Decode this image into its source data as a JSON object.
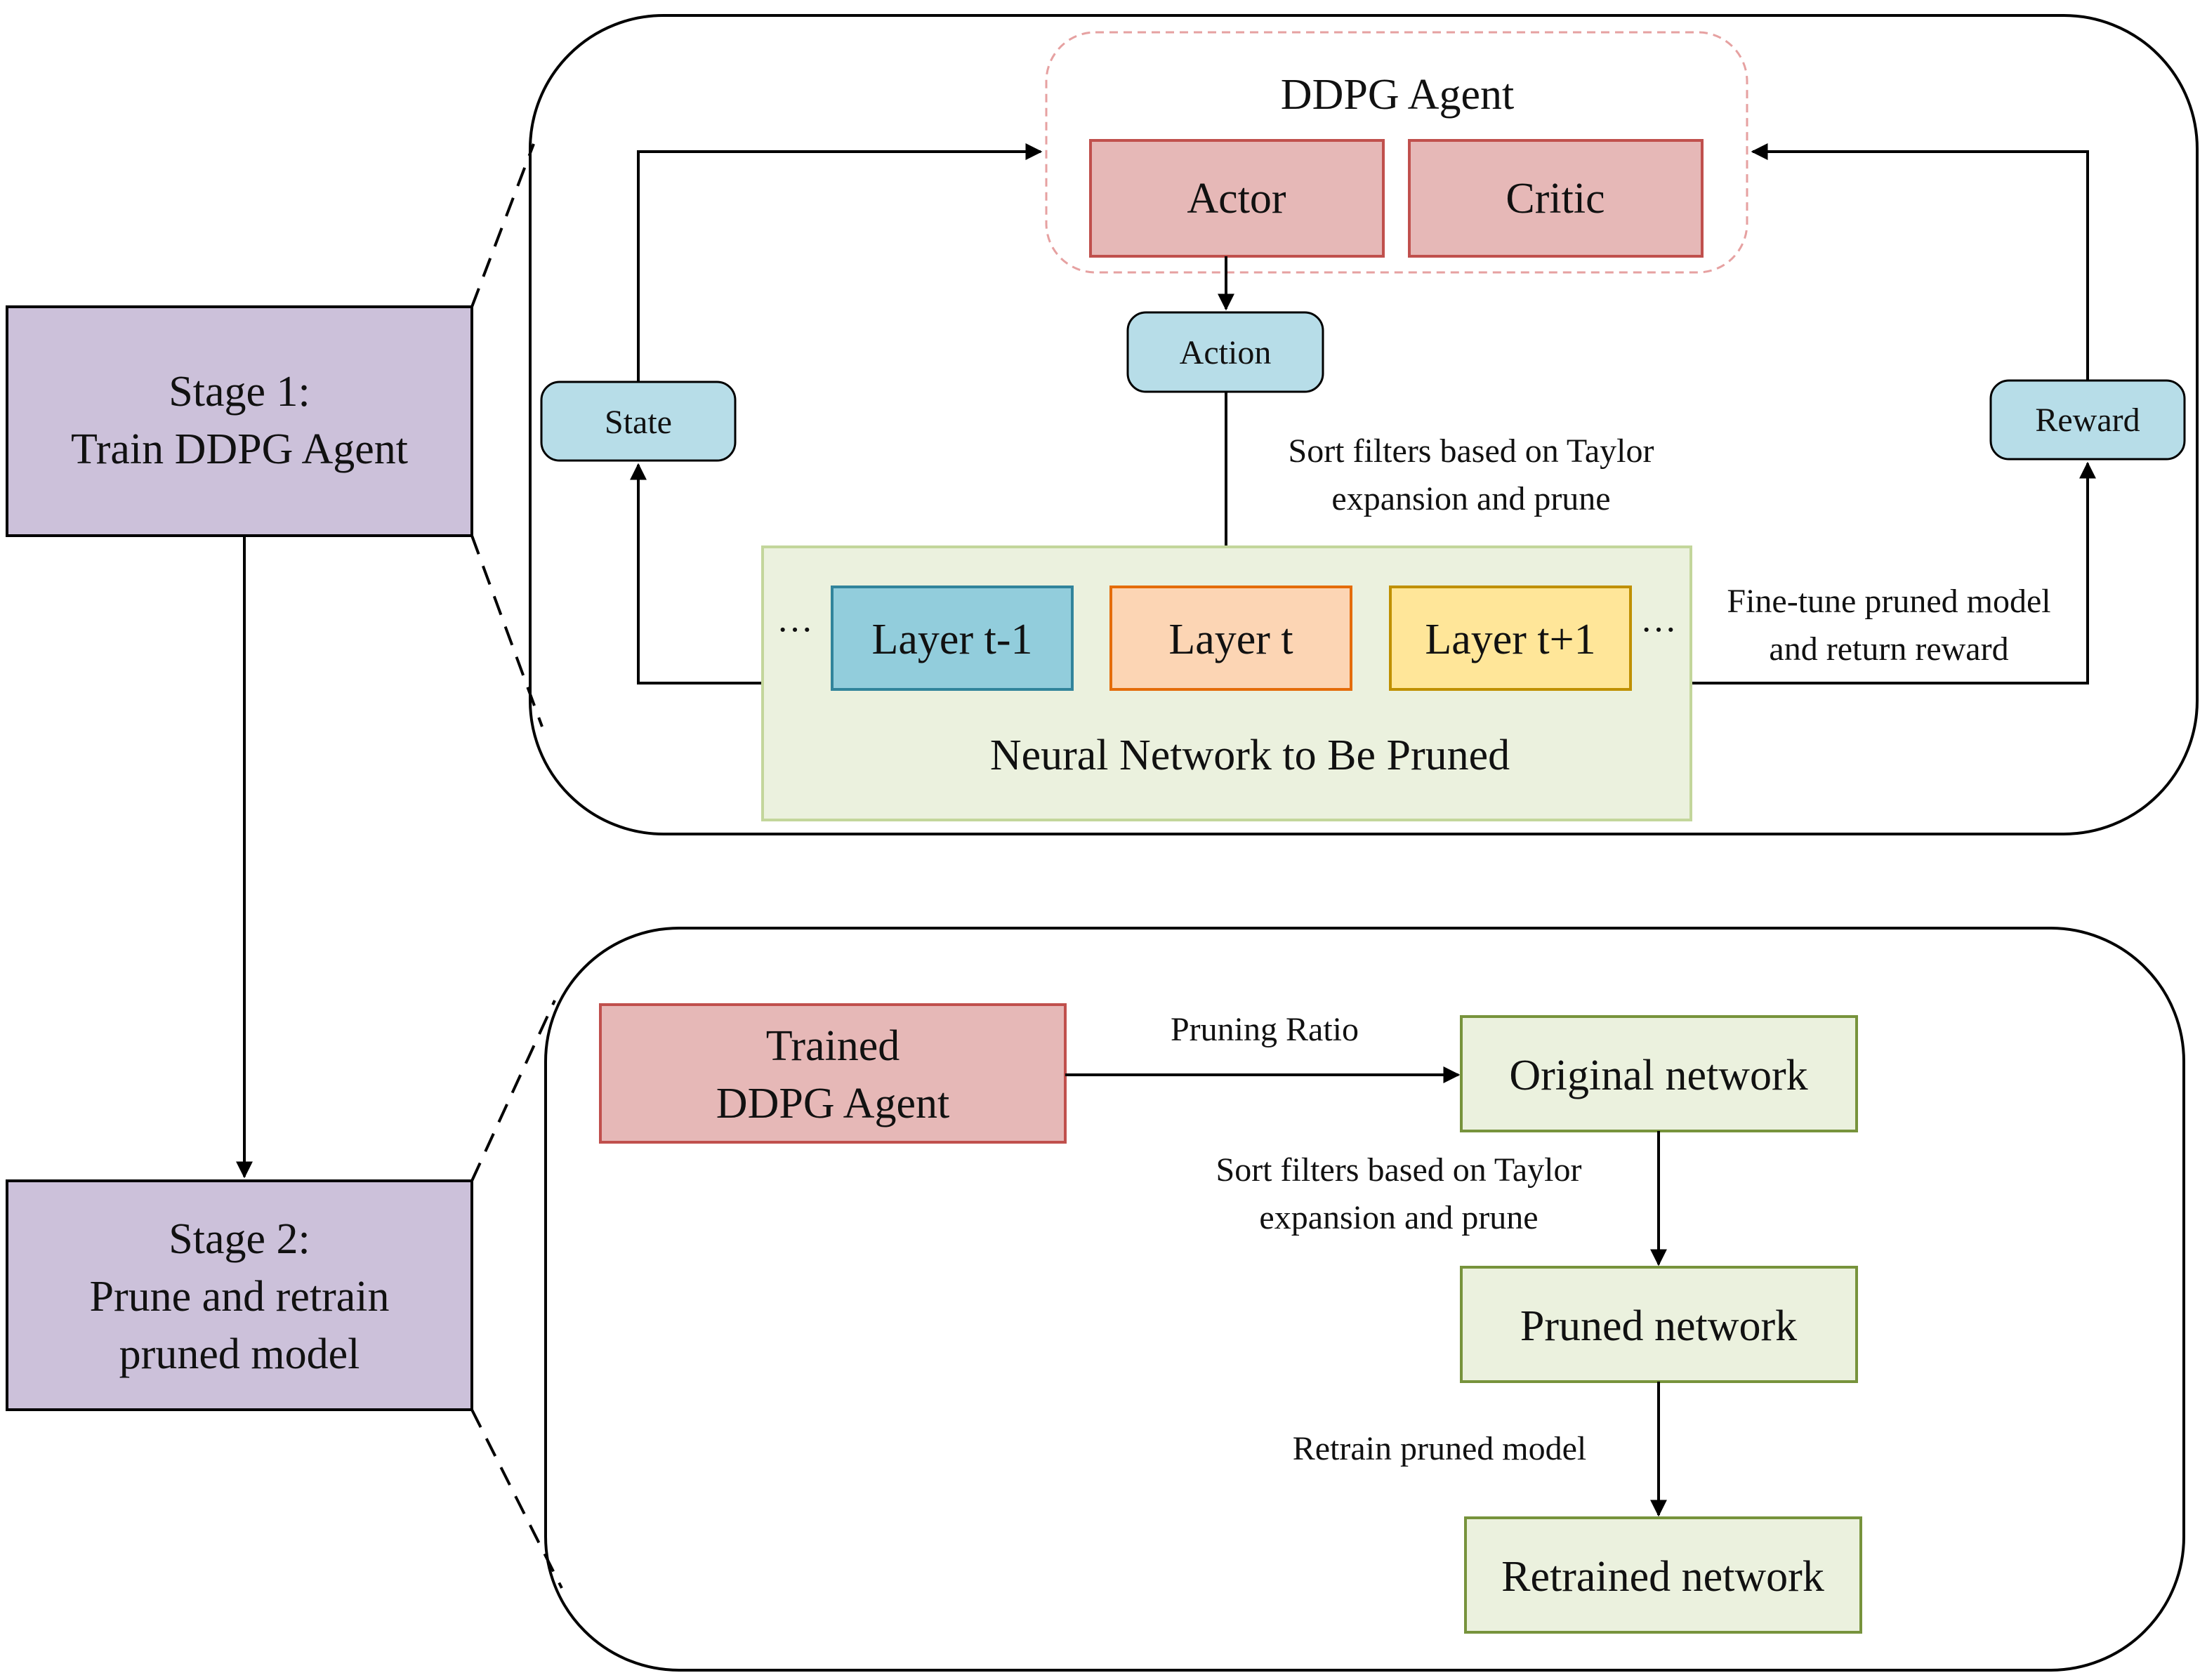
{
  "stage1": {
    "line1": "Stage 1:",
    "line2": "Train DDPG Agent"
  },
  "stage2": {
    "line1": "Stage 2:",
    "line2": "Prune and retrain",
    "line3": "pruned model"
  },
  "ddpg": {
    "title": "DDPG Agent",
    "actor": "Actor",
    "critic": "Critic"
  },
  "action": "Action",
  "state": "State",
  "reward": "Reward",
  "sort_filters_1": {
    "line1": "Sort filters based on Taylor",
    "line2": "expansion and prune"
  },
  "fine_tune": {
    "line1": "Fine-tune pruned model",
    "line2": "and return reward"
  },
  "network": {
    "layer_prev": "Layer t-1",
    "layer_curr": "Layer t",
    "layer_next": "Layer t+1",
    "ellipsis": "···",
    "caption": "Neural Network to Be Pruned"
  },
  "trained_agent": {
    "line1": "Trained",
    "line2": "DDPG Agent"
  },
  "pruning_ratio": "Pruning Ratio",
  "original_network": "Original network",
  "sort_filters_2": {
    "line1": "Sort filters based on Taylor",
    "line2": "expansion and prune"
  },
  "pruned_network": "Pruned network",
  "retrain_label": "Retrain pruned model",
  "retrained_network": "Retrained network",
  "colors": {
    "stage_fill": "#ccc1da",
    "red_fill": "#e6b8b7",
    "red_stroke": "#c0504d",
    "blue_fill": "#b7dde8",
    "green_fill": "#ebf1de",
    "green_stroke": "#77933c",
    "layer_prev_fill": "#92cddc",
    "layer_curr_fill": "#fcd5b4",
    "layer_next_fill": "#ffe699"
  }
}
